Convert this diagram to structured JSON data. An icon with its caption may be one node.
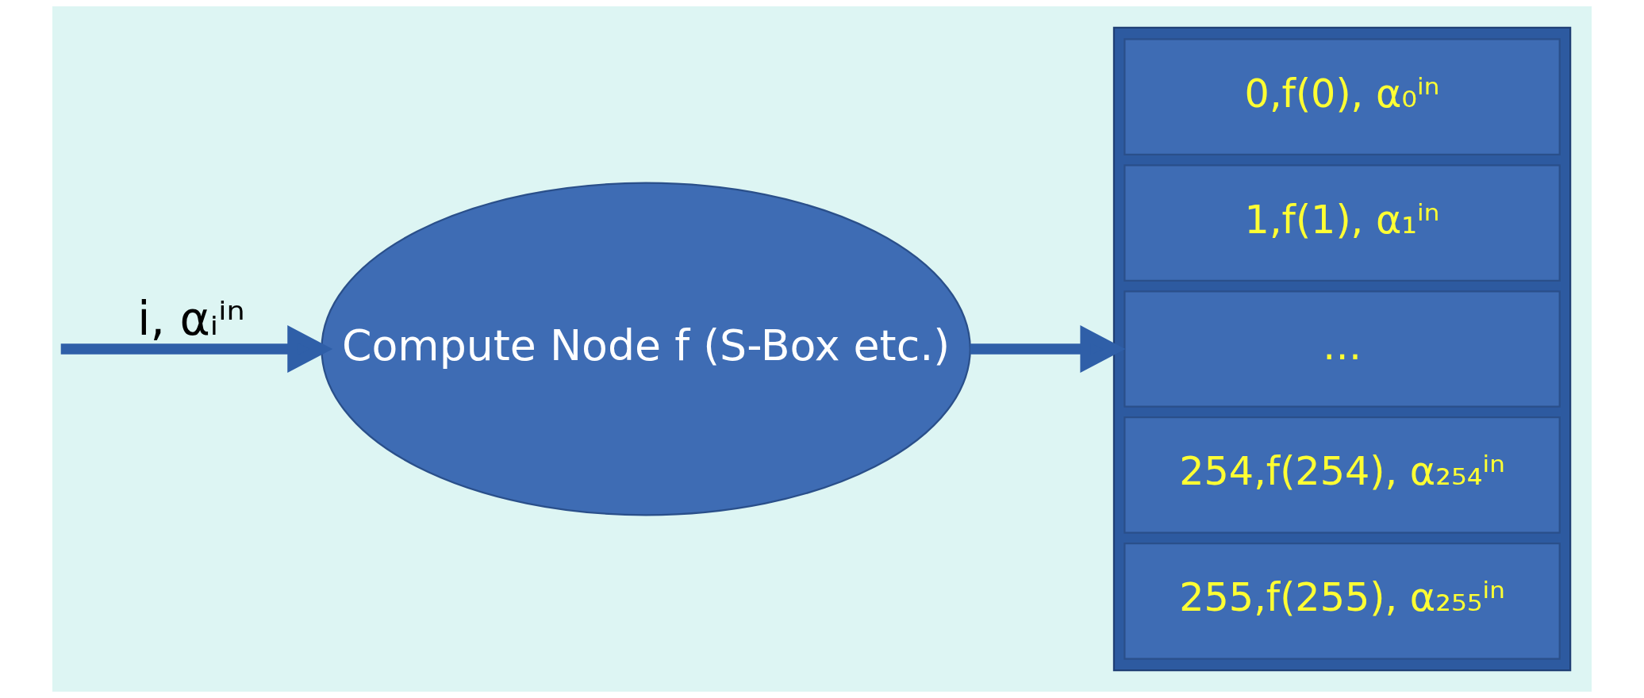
{
  "diagram": {
    "nodes": [
      {
        "text": [
          "Compute Node f (S-Box etc.)"
        ]
      },
      {
        "text": [],
        "shape": "box"
      },
      {
        "text": [
          "0,f(0), α₀ⁱⁿ"
        ],
        "in": 1
      },
      {
        "text": [
          "1,f(1), α₁ⁱⁿ"
        ],
        "in": 1
      },
      {
        "text": [
          "…"
        ],
        "in": 1
      },
      {
        "text": [
          "254,f(254), α₂₅₄ⁱⁿ"
        ],
        "in": 1
      },
      {
        "text": [
          "255,f(255), α₂₅₅ⁱⁿ"
        ],
        "in": 1
      }
    ],
    "edges": [
      {
        "from": null,
        "to": 0,
        "arrow": "to",
        "label": "i, αᵢⁱⁿ"
      },
      {
        "from": 0,
        "to": 1,
        "arrow": "to"
      }
    ]
  }
}
